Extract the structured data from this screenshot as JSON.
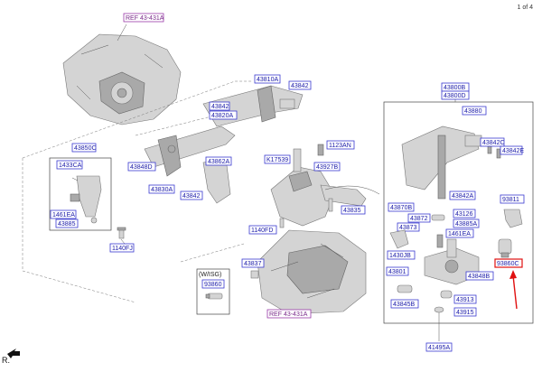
{
  "page_counter": "1 of 4",
  "direction_label": "R.",
  "labels": {
    "ref_top": "REF 43-431A",
    "ref_bottom": "REF 43-431A",
    "p43810A": "43810A",
    "p43842_top": "43842",
    "p43842_a": "43842",
    "p43820A": "43820A",
    "p43850C": "43850C",
    "p1433CA": "1433CA",
    "p1461EA_left": "1461EA",
    "p43885": "43885",
    "p1140FJ": "1140FJ",
    "p43848D": "43848D",
    "p43830A": "43830A",
    "p43862A": "43862A",
    "p43842_b": "43842",
    "p1123AN": "1123AN",
    "pK17539": "K17539",
    "p43927B": "43927B",
    "p43835": "43835",
    "p1140FD": "1140FD",
    "p43837": "43837",
    "wisg": "(W/ISG)",
    "p93860_small": "93860",
    "p43800B": "43800B",
    "p43800D": "43800D",
    "p43880": "43880",
    "p43842C": "43842C",
    "p43842E": "43842E",
    "p43842A": "43842A",
    "p93811": "93811",
    "p43870B": "43870B",
    "p43872": "43872",
    "p43873": "43873",
    "p43126": "43126",
    "p43885A": "43885A",
    "p1461EA_right": "1461EA",
    "p1430JB": "1430JB",
    "p93860_red": "93860C",
    "p43801": "43801",
    "p43848B": "43848B",
    "p43845B": "43845B",
    "p43913": "43913",
    "p43915": "43915",
    "p41495A": "41495A"
  },
  "highlight_color": "#e01010",
  "label_color": "#1a1aa8"
}
